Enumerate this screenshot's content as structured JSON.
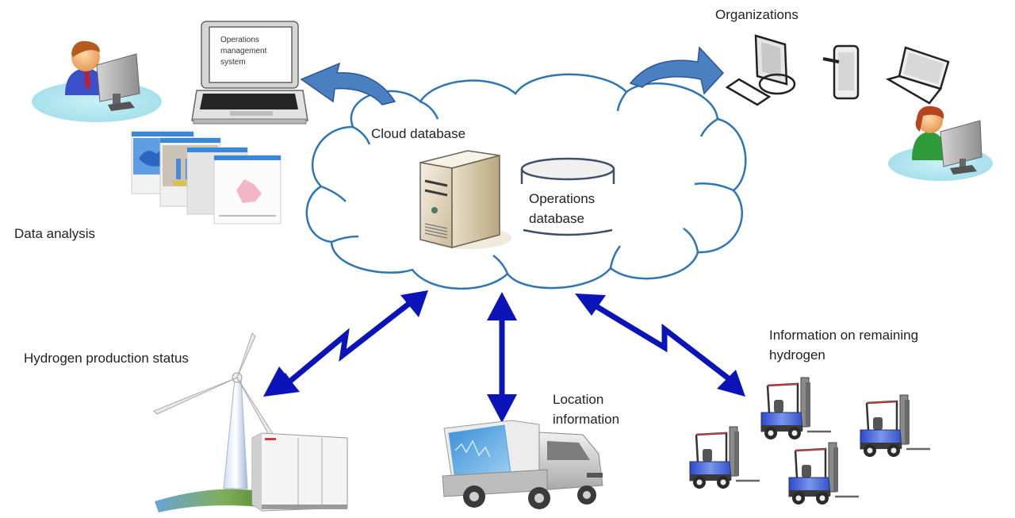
{
  "labels": {
    "data_analysis": "Data analysis",
    "operations_management_system": [
      "Operations",
      "management",
      "system"
    ],
    "cloud_database": "Cloud database",
    "operations_database": [
      "Operations",
      "database"
    ],
    "organizations": "Organizations",
    "hydrogen_production_status": "Hydrogen production status",
    "location_information": [
      "Location",
      "information"
    ],
    "remaining_hydrogen": [
      "Information on remaining",
      "hydrogen"
    ]
  },
  "nodes": [
    {
      "id": "analyst",
      "icon": "person-at-computer-icon",
      "role": "Data analysis user"
    },
    {
      "id": "laptop",
      "icon": "laptop-icon",
      "role": "Operations management system"
    },
    {
      "id": "screens",
      "icon": "analysis-screens-icon",
      "role": "Data analysis screens"
    },
    {
      "id": "cloud",
      "icon": "cloud-icon",
      "role": "Cloud database"
    },
    {
      "id": "server",
      "icon": "server-icon",
      "role": "Cloud server"
    },
    {
      "id": "ops-db",
      "icon": "database-cylinder-icon",
      "role": "Operations database"
    },
    {
      "id": "org-devices",
      "icon": "devices-icon",
      "role": "Organizations (desktop, phone, laptop)"
    },
    {
      "id": "org-user",
      "icon": "person-at-computer-icon",
      "role": "Organization user"
    },
    {
      "id": "wind",
      "icon": "wind-turbine-icon",
      "role": "Hydrogen production"
    },
    {
      "id": "truck",
      "icon": "truck-icon",
      "role": "Hydrogen transport vehicle"
    },
    {
      "id": "forklifts",
      "icon": "forklift-icon",
      "role": "Fuel-cell forklifts",
      "count": 4
    }
  ],
  "edges": [
    {
      "from": "cloud",
      "to": "laptop",
      "style": "curved-arrow",
      "direction": "one-way"
    },
    {
      "from": "cloud",
      "to": "org-devices",
      "style": "curved-arrow",
      "direction": "one-way"
    },
    {
      "from": "wind",
      "to": "cloud",
      "style": "lightning-arrow",
      "direction": "two-way"
    },
    {
      "from": "truck",
      "to": "cloud",
      "style": "straight-arrow",
      "direction": "two-way"
    },
    {
      "from": "forklifts",
      "to": "cloud",
      "style": "lightning-arrow",
      "direction": "two-way"
    }
  ],
  "colors": {
    "cloud_stroke": "#2e75b6",
    "curved_arrow": "#4a7fc1",
    "curved_arrow_stroke": "#2f5597",
    "wireless_arrow": "#0a14b8",
    "forklift_body": "#3d5bd0",
    "server_beige": "#e8dcc4"
  }
}
